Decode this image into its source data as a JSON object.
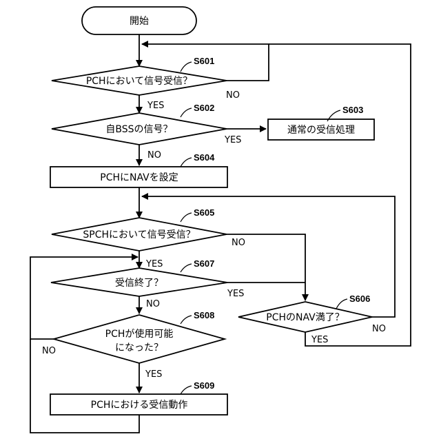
{
  "nodes": {
    "start": "開始",
    "s601": "PCHにおいて信号受信？",
    "s602": "自BSSの信号？",
    "s603": "通常の受信処理",
    "s604": "PCHにNAVを設定",
    "s605": "SPCHにおいて信号受信？",
    "s606": "PCHのNAV満了？",
    "s607": "受信終了？",
    "s608_line1": "PCHが使用可能",
    "s608_line2": "になった？",
    "s609": "PCHにおける受信動作"
  },
  "steps": {
    "s601": "S601",
    "s602": "S602",
    "s603": "S603",
    "s604": "S604",
    "s605": "S605",
    "s606": "S606",
    "s607": "S607",
    "s608": "S608",
    "s609": "S609"
  },
  "edges": {
    "s601_no": "NO",
    "s601_yes": "YES",
    "s602_yes": "YES",
    "s602_no": "NO",
    "s605_no": "NO",
    "s605_yes": "YES",
    "s607_yes": "YES",
    "s607_no": "NO",
    "s606_no": "NO",
    "s606_yes": "YES",
    "s608_no": "NO",
    "s608_yes": "YES"
  }
}
